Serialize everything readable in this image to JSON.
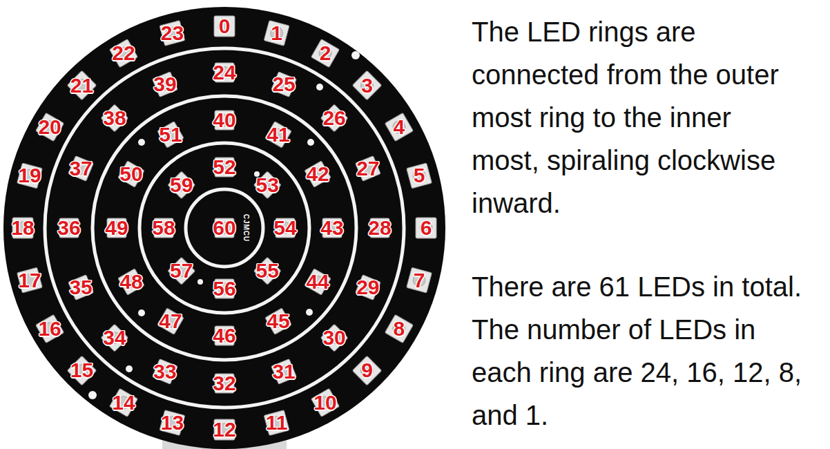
{
  "diagram": {
    "labels": [
      "0",
      "1",
      "2",
      "3",
      "4",
      "5",
      "6",
      "7",
      "8",
      "9",
      "10",
      "11",
      "12",
      "13",
      "14",
      "15",
      "16",
      "17",
      "18",
      "19",
      "20",
      "21",
      "22",
      "23",
      "24",
      "25",
      "26",
      "27",
      "28",
      "29",
      "30",
      "31",
      "32",
      "33",
      "34",
      "35",
      "36",
      "37",
      "38",
      "39",
      "40",
      "41",
      "42",
      "43",
      "44",
      "45",
      "46",
      "47",
      "48",
      "49",
      "50",
      "51",
      "52",
      "53",
      "54",
      "55",
      "56",
      "57",
      "58",
      "59",
      "60",
      "CJMCU",
      "The LED rings are connected from the outer most ring to the inner most, spiraling clockwise inward.",
      "There are 61 LEDs in total. The number of LEDs in each ring are 24, 16, 12, 8, and 1."
    ]
  }
}
